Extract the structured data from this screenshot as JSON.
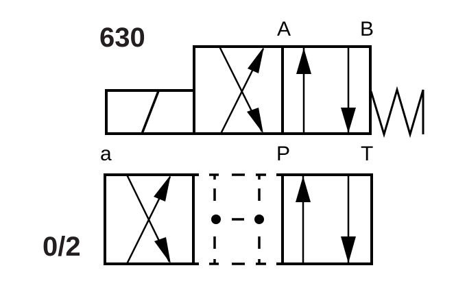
{
  "diagram": {
    "title": "Directional control valve symbol",
    "type": "hydraulic 4/2 solenoid valve symbol",
    "labels": {
      "top_code": "630",
      "bottom_code": "0/2",
      "port_a": "A",
      "port_b": "B",
      "port_p": "P",
      "port_t": "T",
      "solenoid_side": "a"
    },
    "top_symbol": {
      "elements": [
        "solenoid actuator",
        "crossed-flow envelope",
        "parallel-flow envelope",
        "return spring"
      ]
    },
    "bottom_symbol": {
      "elements": [
        "crossed-flow envelope",
        "dashed transition envelope (P-T connected)",
        "parallel-flow envelope"
      ]
    },
    "colors": {
      "stroke": "#000000",
      "text": "#231f20",
      "background": "#ffffff"
    }
  }
}
